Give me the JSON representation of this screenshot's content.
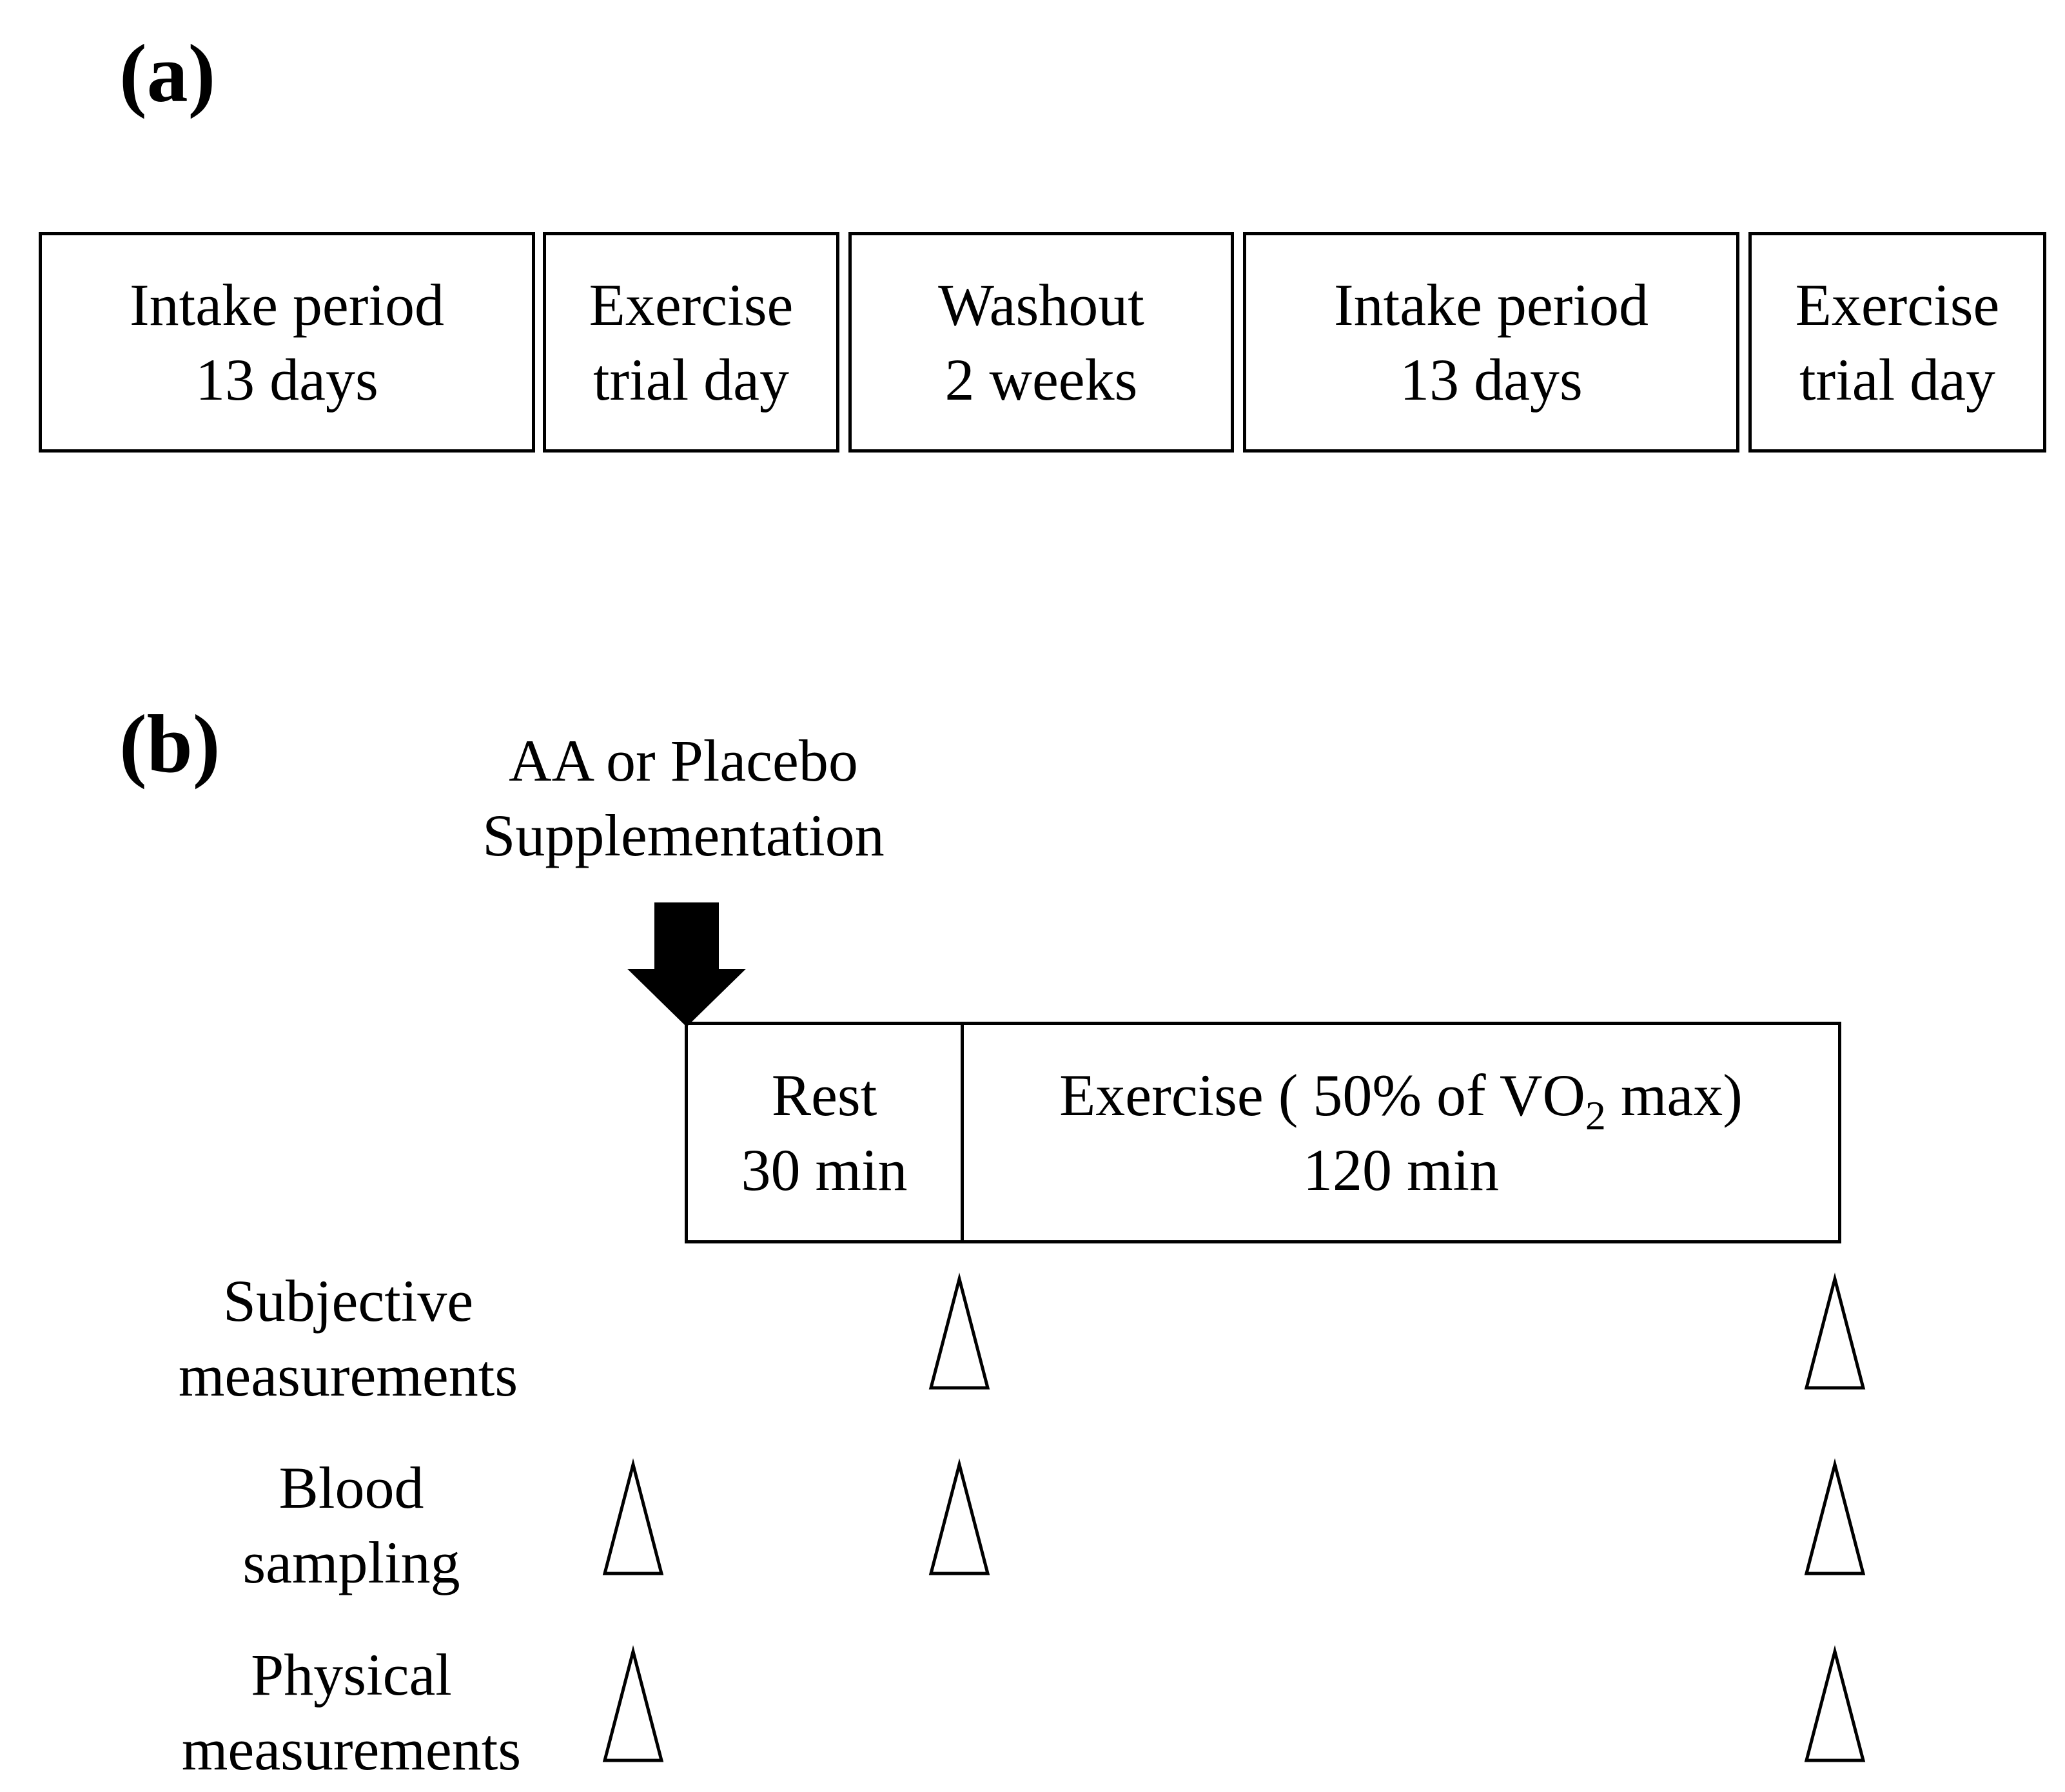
{
  "panel_a": {
    "label": "(a)",
    "steps": [
      {
        "line1": "Intake period",
        "line2": "13 days"
      },
      {
        "line1": "Exercise",
        "line2": "trial day"
      },
      {
        "line1": "Washout",
        "line2": "2 weeks"
      },
      {
        "line1": "Intake period",
        "line2": "13 days"
      },
      {
        "line1": "Exercise",
        "line2": "trial day"
      }
    ]
  },
  "panel_b": {
    "label": "(b)",
    "supplement": {
      "line1": "AA or Placebo",
      "line2": "Supplementation"
    },
    "rest": {
      "line1": "Rest",
      "line2": "30 min"
    },
    "exercise": {
      "line1_prefix": "Exercise ( 50% of VO",
      "line1_subscript": "2",
      "line1_suffix": " max)",
      "line2": "120 min"
    },
    "rows": [
      {
        "line1": "Subjective",
        "line2": "measurements"
      },
      {
        "line1": "Blood",
        "line2": "sampling"
      },
      {
        "line1": "Physical",
        "line2": "measurements"
      }
    ]
  }
}
